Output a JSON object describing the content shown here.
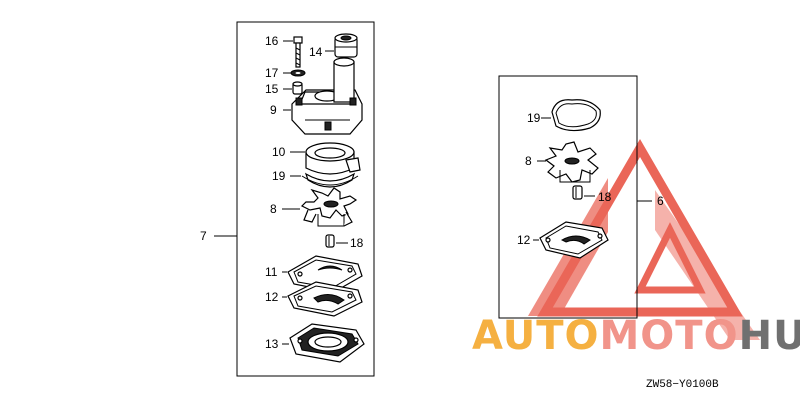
{
  "labels": {
    "p16": "16",
    "p14": "14",
    "p17": "17",
    "p15": "15",
    "p9": "9",
    "p10": "10",
    "p19a": "19",
    "p8a": "8",
    "p7": "7",
    "p18a": "18",
    "p11": "11",
    "p12a": "12",
    "p13": "13",
    "p19b": "19",
    "p8b": "8",
    "p18b": "18",
    "p6": "6",
    "p12b": "12"
  },
  "drawing_code": "ZW58−Y0100B",
  "watermark": {
    "part1": "AUTO",
    "part2": "MOTO",
    "part3": "HUB",
    "colors": {
      "auto": "#f5b041",
      "moto": "#f1948a",
      "hub": "#707070",
      "triangle": "#e74c3c"
    }
  }
}
